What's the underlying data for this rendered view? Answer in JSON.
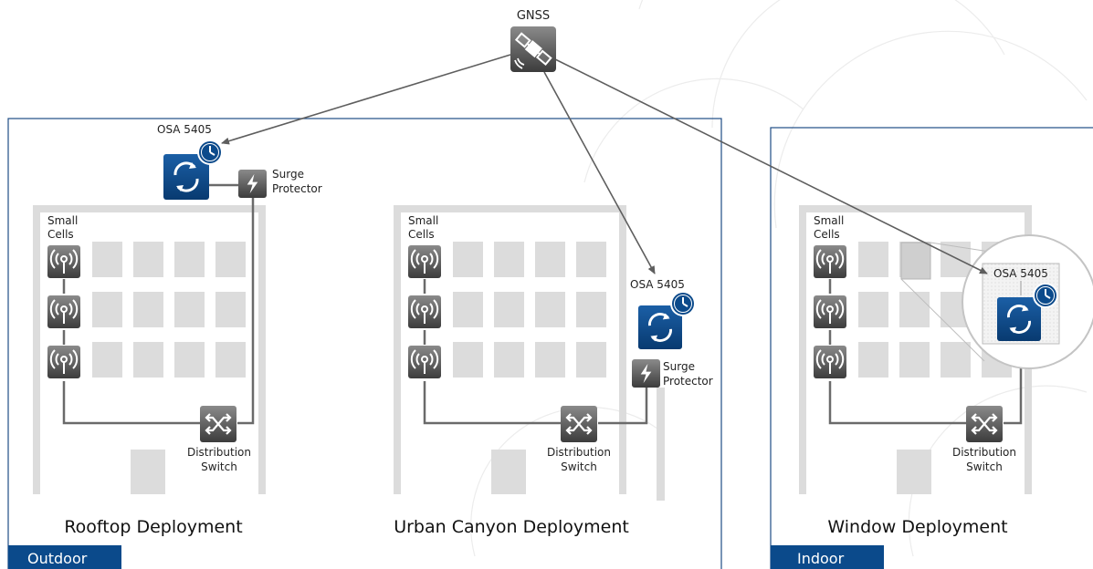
{
  "colors": {
    "brand_blue": "#0b4a8b",
    "panel_border": "#1f4d86",
    "building_gray": "#dcdcdc",
    "link_gray": "#6a6a6a",
    "icon_dark": "#555555"
  },
  "gnss": {
    "label": "GNSS",
    "icon": "satellite-icon"
  },
  "panels": {
    "outdoor": {
      "tag": "Outdoor"
    },
    "indoor": {
      "tag": "Indoor"
    }
  },
  "scenarios": {
    "rooftop": {
      "caption": "Rooftop Deployment",
      "osa_label": "OSA 5405",
      "surge_line1": "Surge",
      "surge_line2": "Protector",
      "cells_line1": "Small",
      "cells_line2": "Cells",
      "switch_line1": "Distribution",
      "switch_line2": "Switch"
    },
    "urban": {
      "caption": "Urban Canyon Deployment",
      "osa_label": "OSA 5405",
      "surge_line1": "Surge",
      "surge_line2": "Protector",
      "cells_line1": "Small",
      "cells_line2": "Cells",
      "switch_line1": "Distribution",
      "switch_line2": "Switch"
    },
    "window": {
      "caption": "Window Deployment",
      "osa_label": "OSA 5405",
      "cells_line1": "Small",
      "cells_line2": "Cells",
      "switch_line1": "Distribution",
      "switch_line2": "Switch"
    }
  }
}
